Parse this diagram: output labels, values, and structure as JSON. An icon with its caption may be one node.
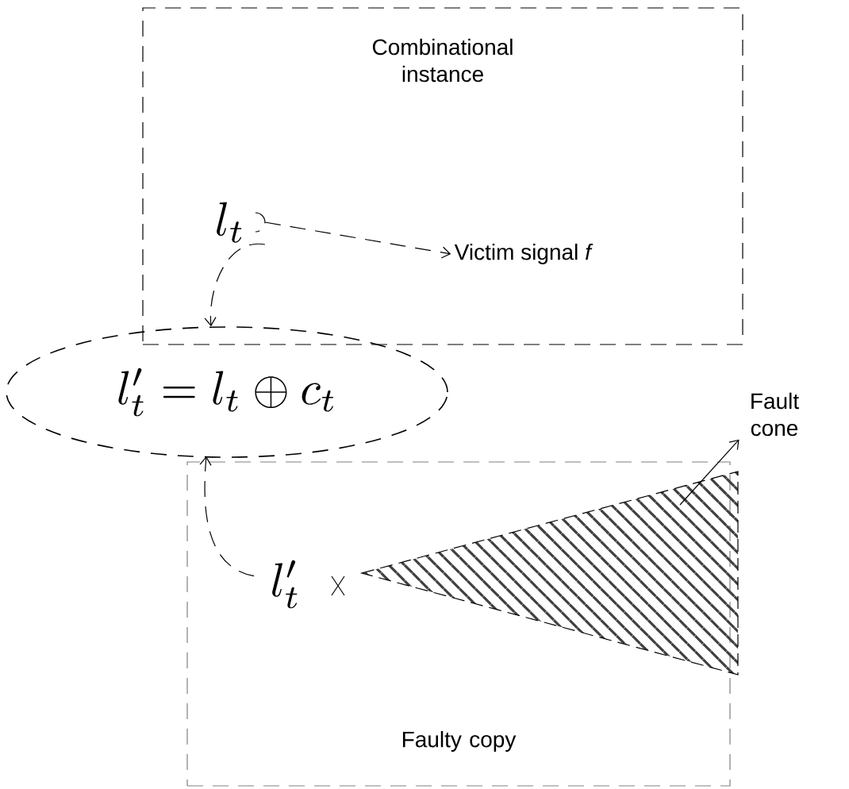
{
  "diagram": {
    "nodes": [
      {
        "text": [
          "Combinational instance"
        ]
      },
      {
        "text": [
          "l_t"
        ],
        "in": 0
      },
      {
        "text": [
          "Victim signal *f*"
        ],
        "in": 0
      },
      {
        "text": [
          "l'_t = l_t \\oplus c_t"
        ]
      },
      {
        "text": [
          "Faulty copy"
        ]
      },
      {
        "text": [
          "l'_t"
        ],
        "in": 4
      },
      {
        "text": [],
        "shape": "triangle",
        "in": 4
      },
      {
        "text": [
          "Fault cone"
        ]
      }
    ],
    "edges": [
      {
        "from": 1,
        "to": 2,
        "arrow": "to",
        "style": "dashed"
      },
      {
        "from": 1,
        "to": 3,
        "arrow": "to",
        "style": "dashed"
      },
      {
        "from": 5,
        "to": 3,
        "arrow": "to",
        "style": "dashed"
      },
      {
        "from": 6,
        "to": 7,
        "arrow": "to"
      }
    ]
  }
}
